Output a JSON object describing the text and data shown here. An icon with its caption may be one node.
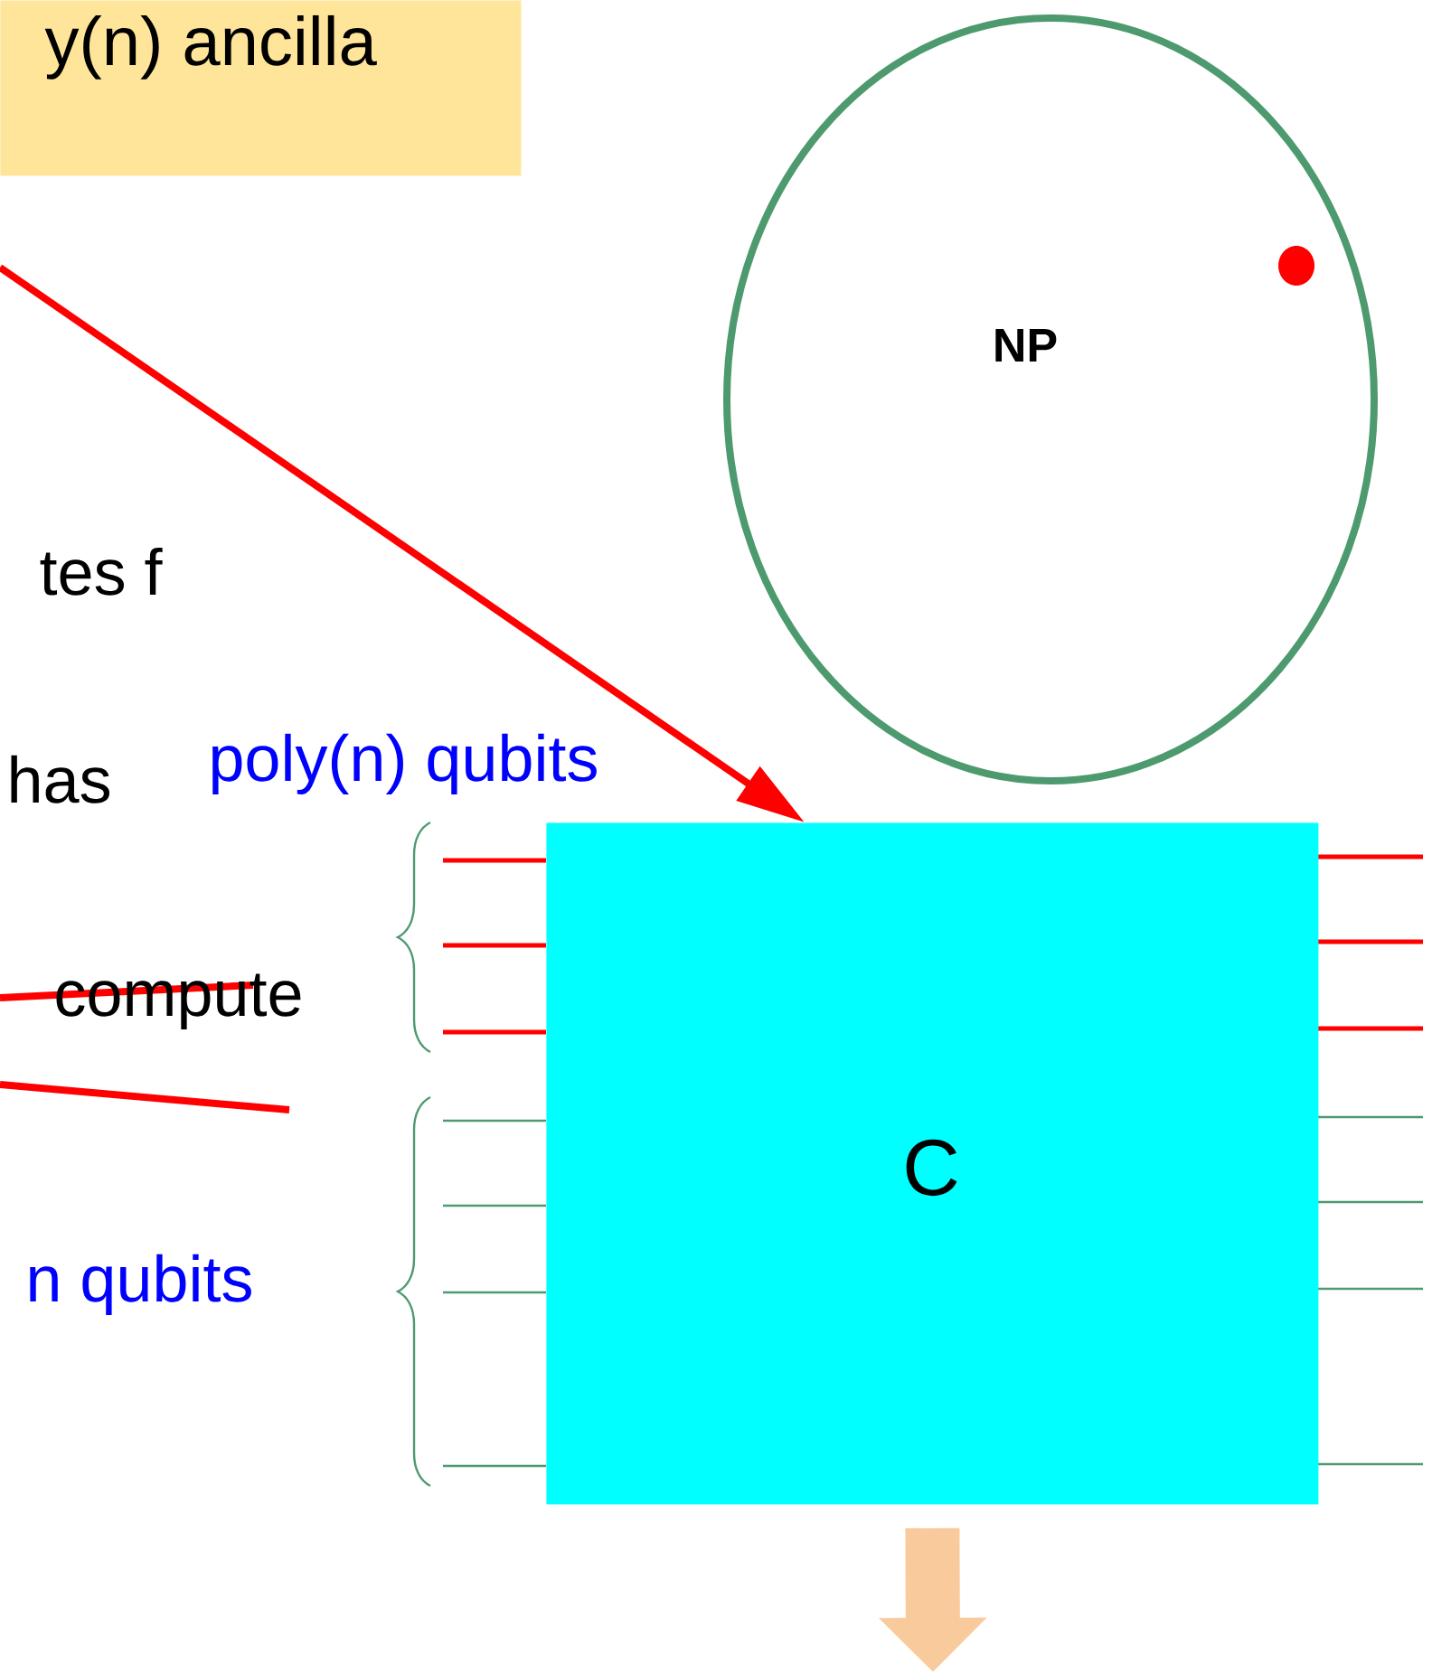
{
  "diagram": {
    "nodes": [
      {
        "text": [
          "y(n) ancilla"
        ]
      },
      {
        "text": [
          "NP"
        ]
      },
      {
        "text": [
          "C"
        ]
      }
    ],
    "edges": [
      {
        "from": null,
        "to": 2,
        "arrow": "to",
        "color": "#ff0000"
      },
      {
        "from": 2,
        "to": null,
        "arrow": "to",
        "style": "thick",
        "color": "#f9cb9c"
      }
    ],
    "labels": [
      "tes f",
      "has",
      "compute",
      "poly(n) qubits",
      "n qubits"
    ]
  }
}
